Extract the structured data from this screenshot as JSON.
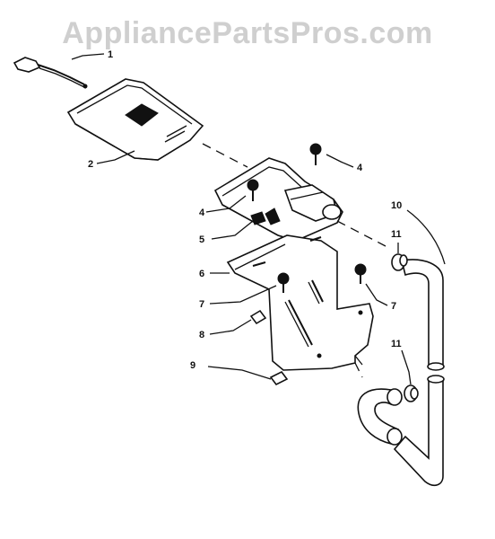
{
  "watermark": {
    "text": "AppliancePartsPros.com"
  },
  "callouts": {
    "c1": "1",
    "c2": "2",
    "c4a": "4",
    "c4b": "4",
    "c5": "5",
    "c6": "6",
    "c7a": "7",
    "c7b": "7",
    "c8": "8",
    "c9": "9",
    "c10": "10",
    "c11a": "11",
    "c11b": "11"
  }
}
